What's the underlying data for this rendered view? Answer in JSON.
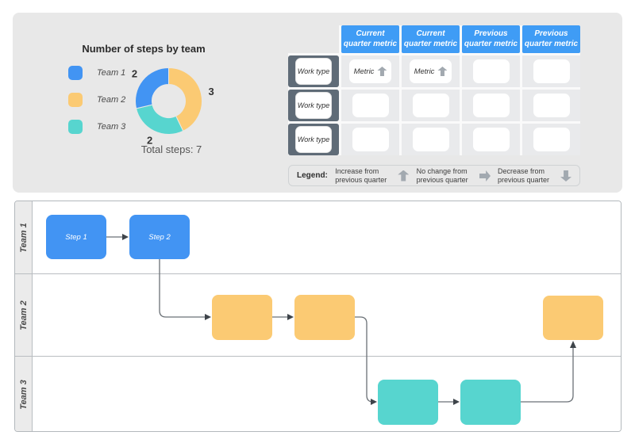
{
  "chart_data": {
    "type": "pie",
    "donut": true,
    "title": "Number of steps by team",
    "labels": [
      "Team 1",
      "Team 2",
      "Team 3"
    ],
    "values": [
      2,
      3,
      2
    ],
    "colors": [
      "#4294f3",
      "#fbca73",
      "#57d5cf"
    ],
    "data_labels": [
      "2",
      "3",
      "2"
    ],
    "total_label": "Total steps: 7",
    "legend_position": "left",
    "start_angle_deg": 0,
    "clockwise_order": [
      1,
      2,
      0
    ]
  },
  "metrics_table": {
    "column_headers": [
      "Current quarter metric",
      "Current quarter metric",
      "Previous quarter metric",
      "Previous quarter metric"
    ],
    "row_header": "Work type",
    "rows": [
      {
        "cells": [
          {
            "label": "Metric",
            "arrow": "up"
          },
          {
            "label": "Metric",
            "arrow": "up"
          },
          {},
          {}
        ]
      },
      {
        "cells": [
          {},
          {},
          {},
          {}
        ]
      },
      {
        "cells": [
          {},
          {},
          {},
          {}
        ]
      }
    ],
    "legend": {
      "title": "Legend:",
      "items": [
        {
          "label": "Increase from previous quarter",
          "arrow": "up"
        },
        {
          "label": "No change from previous quarter",
          "arrow": "right"
        },
        {
          "label": "Decrease from previous quarter",
          "arrow": "down"
        }
      ]
    }
  },
  "flowchart": {
    "lanes": [
      {
        "label": "Team 1"
      },
      {
        "label": "Team 2"
      },
      {
        "label": "Team 3"
      }
    ],
    "nodes": [
      {
        "id": "team1-step1",
        "lane": "Team 1",
        "label": "Step 1",
        "color": "#4294f3"
      },
      {
        "id": "team1-step2",
        "lane": "Team 1",
        "label": "Step 2",
        "color": "#4294f3"
      },
      {
        "id": "team2-step1",
        "lane": "Team 2",
        "label": "",
        "color": "#fbca73"
      },
      {
        "id": "team2-step2",
        "lane": "Team 2",
        "label": "",
        "color": "#fbca73"
      },
      {
        "id": "team2-step3",
        "lane": "Team 2",
        "label": "",
        "color": "#fbca73"
      },
      {
        "id": "team3-step1",
        "lane": "Team 3",
        "label": "",
        "color": "#57d5cf"
      },
      {
        "id": "team3-step2",
        "lane": "Team 3",
        "label": "",
        "color": "#57d5cf"
      }
    ],
    "edges": [
      [
        "team1-step1",
        "team1-step2"
      ],
      [
        "team1-step2",
        "team2-step1"
      ],
      [
        "team2-step1",
        "team2-step2"
      ],
      [
        "team2-step2",
        "team3-step1"
      ],
      [
        "team3-step1",
        "team3-step2"
      ],
      [
        "team3-step2",
        "team2-step3"
      ]
    ]
  },
  "colors": {
    "panel_background": "#e8e8e8",
    "table_header_blue": "#3f9cf5",
    "row_header_slate": "#5f6b77",
    "cell_gray": "#e9eaec",
    "blue": "#4294f3",
    "orange": "#fbca73",
    "teal": "#57d5cf",
    "arrow_gray": "#a2a9b0",
    "connector_gray": "#6b7177"
  }
}
